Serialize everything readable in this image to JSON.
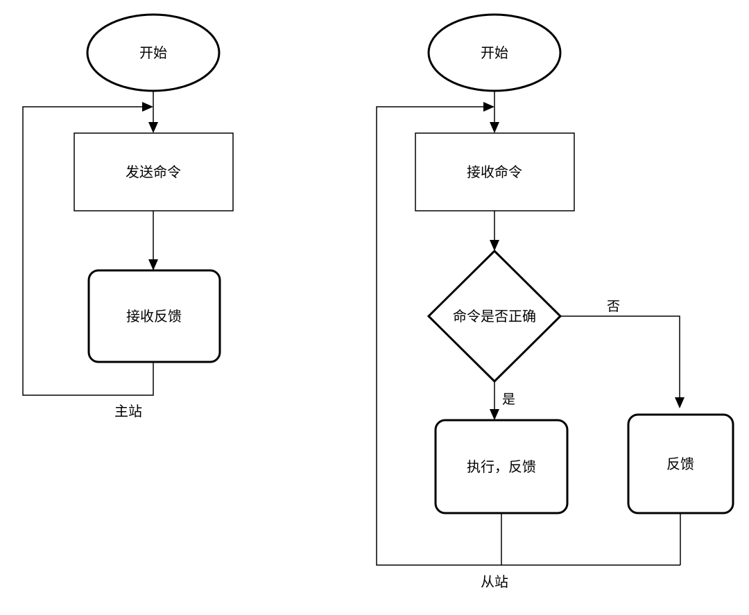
{
  "master": {
    "start": "开始",
    "send_command": "发送命令",
    "receive_feedback": "接收反馈",
    "caption": "主站"
  },
  "slave": {
    "start": "开始",
    "receive_command": "接收命令",
    "decision": "命令是否正确",
    "yes_label": "是",
    "no_label": "否",
    "execute_feedback": "执行，反馈",
    "feedback": "反馈",
    "caption": "从站"
  },
  "colors": {
    "stroke": "#000000",
    "fill": "#ffffff"
  }
}
